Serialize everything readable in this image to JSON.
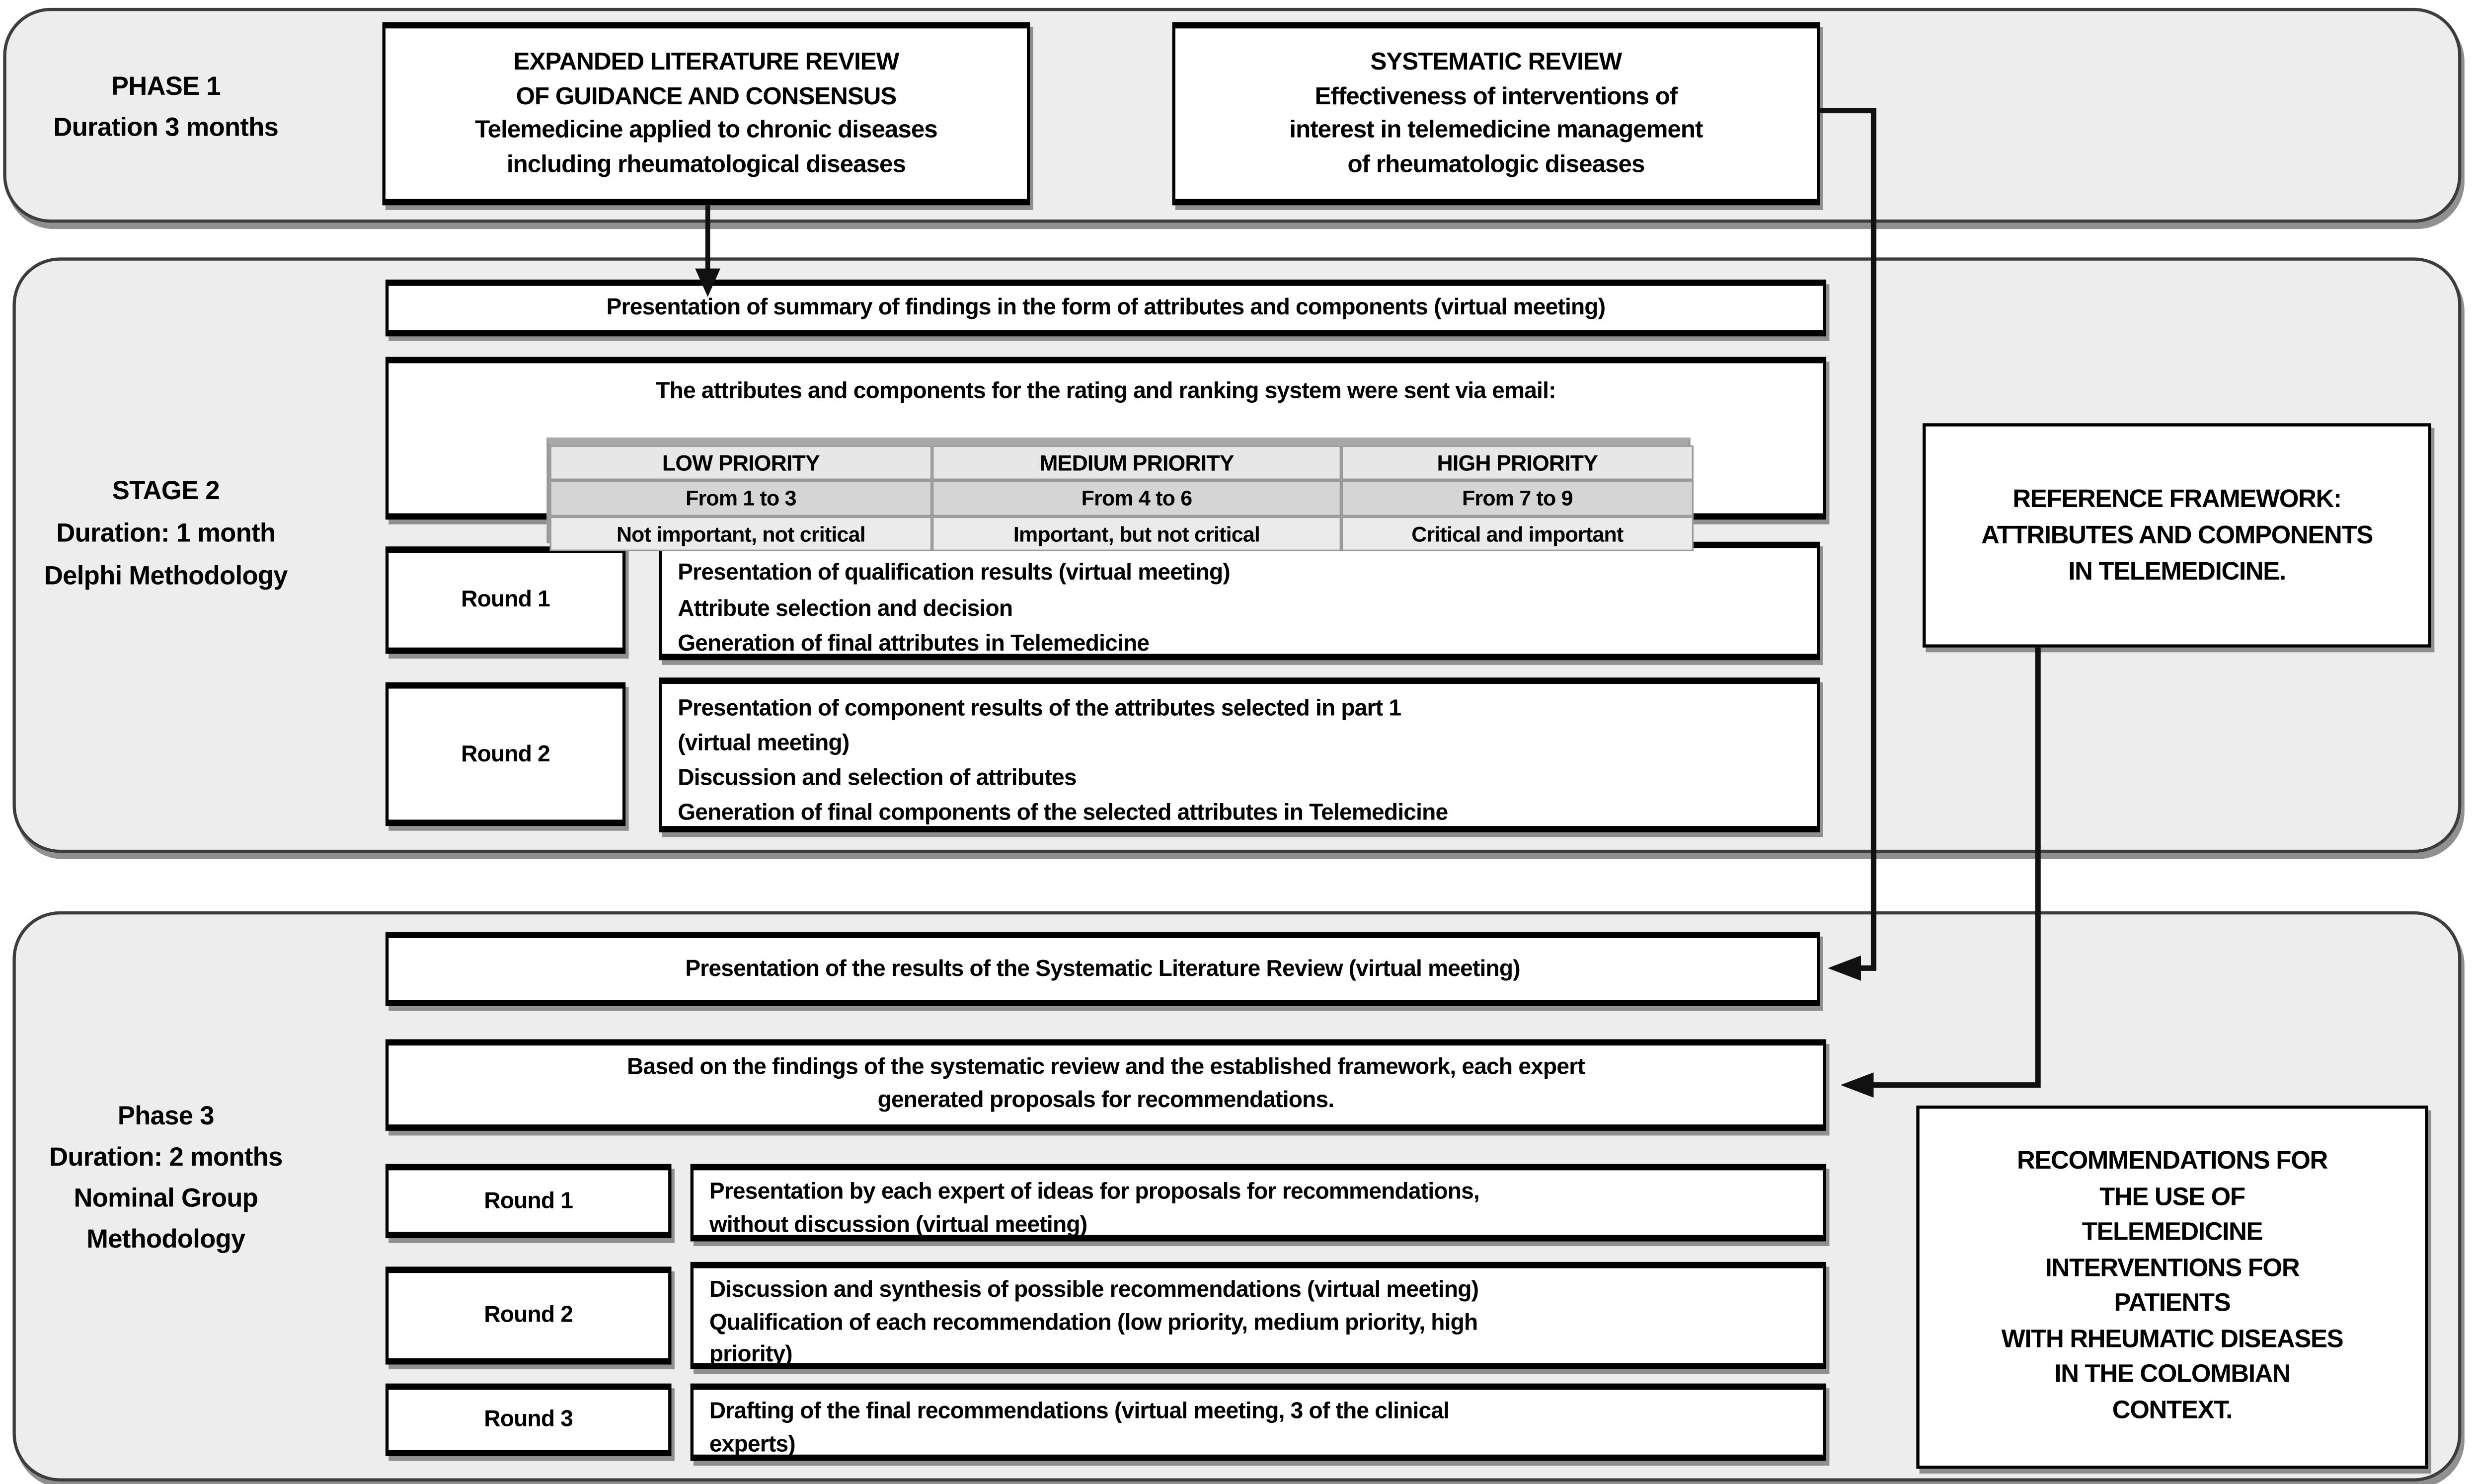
{
  "phase1": {
    "label_lines": [
      "PHASE 1",
      "Duration 3 months"
    ],
    "literature_box_lines": [
      "EXPANDED LITERATURE REVIEW",
      "OF GUIDANCE AND CONSENSUS",
      "Telemedicine applied to chronic diseases",
      "including rheumatological diseases"
    ],
    "systematic_box_lines": [
      "SYSTEMATIC REVIEW",
      "Effectiveness of interventions of",
      "interest in telemedicine management",
      "of rheumatologic diseases"
    ]
  },
  "stage2": {
    "label_lines": [
      "STAGE 2",
      "Duration: 1 month",
      "Delphi Methodology"
    ],
    "summary_box": "Presentation of summary of findings in the form of attributes and components (virtual meeting)",
    "email_box_title": "The attributes and components for the rating and ranking system were sent via email:",
    "priority_table": {
      "headers": [
        "LOW PRIORITY",
        "MEDIUM PRIORITY",
        "HIGH PRIORITY"
      ],
      "rows": [
        [
          "From 1 to 3",
          "From 4 to 6",
          "From 7 to 9"
        ],
        [
          "Not important, not critical",
          "Important, but not critical",
          "Critical and important"
        ]
      ]
    },
    "round1": {
      "label": "Round 1",
      "lines": [
        "Presentation of qualification results (virtual meeting)",
        "Attribute selection and decision",
        "Generation of final attributes in Telemedicine"
      ]
    },
    "round2": {
      "label": "Round 2",
      "lines": [
        "Presentation of component results of the attributes selected in part 1",
        "(virtual meeting)",
        "Discussion and selection of attributes",
        "Generation of final components of the selected attributes in Telemedicine"
      ]
    }
  },
  "reference_box": {
    "lines": [
      "REFERENCE FRAMEWORK:",
      "ATTRIBUTES AND COMPONENTS",
      "IN TELEMEDICINE."
    ]
  },
  "phase3": {
    "label_lines": [
      "Phase 3",
      "Duration: 2 months",
      "Nominal Group",
      "Methodology"
    ],
    "slr_box": "Presentation of the results of the Systematic Literature Review (virtual meeting)",
    "proposals_box_lines": [
      "Based on the findings of the systematic review and the established framework, each expert",
      "generated proposals for recommendations."
    ],
    "round1": {
      "label": "Round 1",
      "lines": [
        "Presentation by each expert of ideas for proposals for recommendations,",
        "without discussion (virtual meeting)"
      ]
    },
    "round2": {
      "label": "Round 2",
      "lines": [
        "Discussion and synthesis of possible recommendations (virtual meeting)",
        "Qualification of each recommendation (low priority, medium priority, high",
        "priority)"
      ]
    },
    "round3": {
      "label": "Round 3",
      "lines": [
        "Drafting of the final recommendations (virtual meeting, 3 of the clinical",
        "experts)"
      ]
    }
  },
  "recommendations_box": {
    "lines": [
      "RECOMMENDATIONS FOR",
      "THE USE OF",
      "TELEMEDICINE",
      "INTERVENTIONS FOR",
      "PATIENTS",
      "WITH RHEUMATIC DISEASES",
      "IN THE COLOMBIAN",
      "CONTEXT."
    ]
  },
  "colors": {
    "container_fill": "#ededed",
    "container_border": "#3d3d3d",
    "box_fill": "#ffffff",
    "box_border": "#000000",
    "table_border": "#9a9a9a",
    "table_header_fill": "#e7e7e7",
    "table_mid_fill": "#d5d5d5",
    "table_bottom_fill": "#ebebeb",
    "arrow": "#111111",
    "shadow": "#8f8f8f"
  }
}
